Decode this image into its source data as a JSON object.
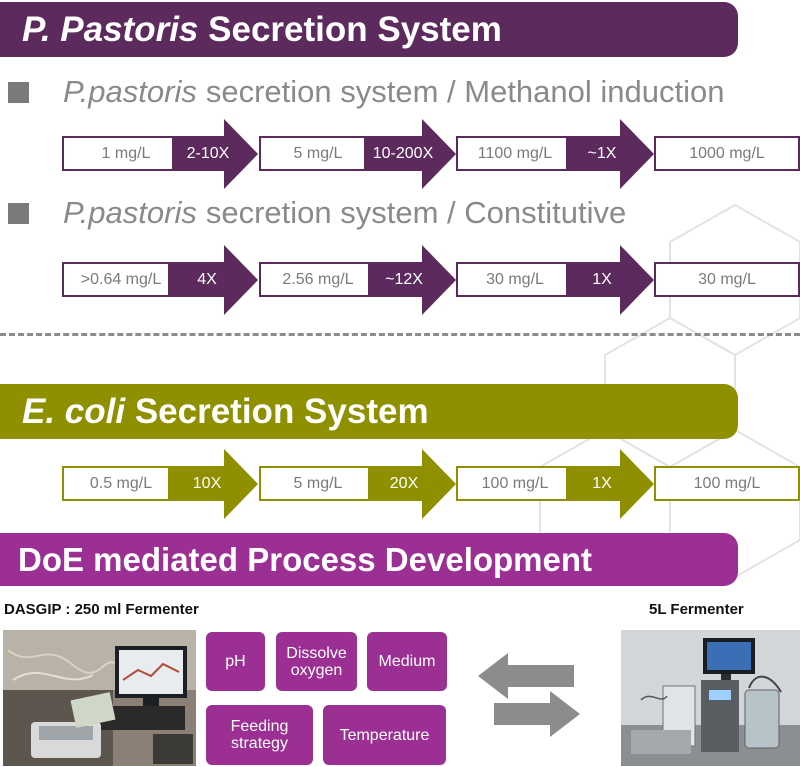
{
  "pastoris_banner": {
    "italic": "P. Pastoris",
    "rest": " Secretion System",
    "color": "#5c2a5c"
  },
  "methanol": {
    "heading_italic": "P.pastoris",
    "heading_rest": "secretion system / Methanol induction",
    "boxes": [
      "1 mg/L",
      "5 mg/L",
      "1100 mg/L",
      "1000 mg/L"
    ],
    "arrows": [
      "2-10X",
      "10-200X",
      "~1X"
    ]
  },
  "constitutive": {
    "heading_italic": "P.pastoris",
    "heading_rest": "secretion system / Constitutive",
    "boxes": [
      ">0.64 mg/L",
      "2.56 mg/L",
      "30 mg/L",
      "30 mg/L"
    ],
    "arrows": [
      "4X",
      "~12X",
      "1X"
    ]
  },
  "ecoli_banner": {
    "italic": "E. coli",
    "rest": " Secretion System",
    "color": "#8f9000"
  },
  "ecoli": {
    "boxes": [
      "0.5 mg/L",
      "5 mg/L",
      "100 mg/L",
      "100 mg/L"
    ],
    "arrows": [
      "10X",
      "20X",
      "1X"
    ]
  },
  "doe_banner": {
    "text": "DoE mediated Process Development",
    "color": "#9b2f93"
  },
  "dasgip_caption": "DASGIP : 250 ml Fermenter",
  "fermenter_caption": "5L Fermenter",
  "factors": {
    "ph": "pH",
    "dissolved_oxygen": [
      "Dissolve",
      "oxygen"
    ],
    "medium": "Medium",
    "feeding_strategy": [
      "Feeding",
      "strategy"
    ],
    "temperature": "Temperature"
  },
  "colors": {
    "purple": "#5c2a5c",
    "olive": "#8f9000",
    "magenta": "#9b2f93",
    "gray_arrow": "#8c8c8c"
  }
}
